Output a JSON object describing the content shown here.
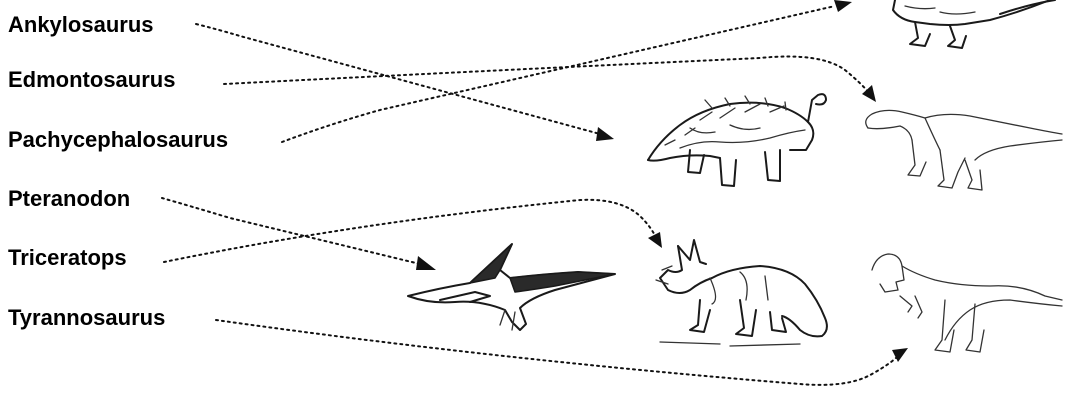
{
  "names": [
    "Ankylosaurus",
    "Edmontosaurus",
    "Pachycephalosaurus",
    "Pteranodon",
    "Triceratops",
    "Tyrannosaurus"
  ]
}
